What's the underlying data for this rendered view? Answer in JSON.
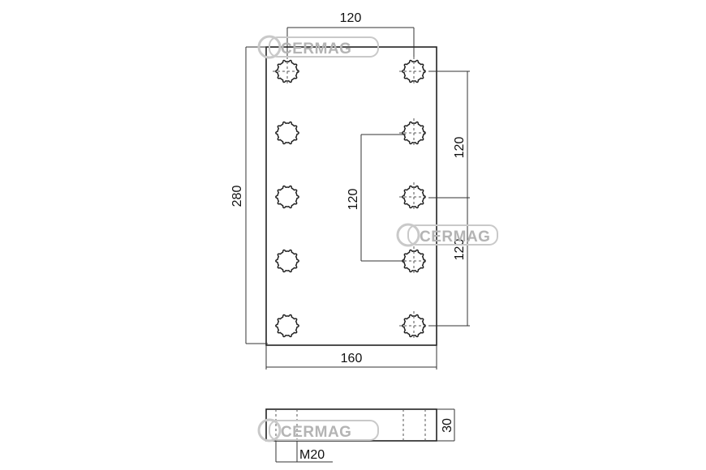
{
  "watermark": {
    "text": "CERMAG"
  },
  "dimensions": {
    "top_spacing": "120",
    "height": "280",
    "inner_spacing": "120",
    "right_spacing_top": "120",
    "right_spacing_bottom": "120",
    "width": "160",
    "thickness": "30",
    "thread": "M20"
  },
  "colors": {
    "line": "#222222",
    "watermark": "#b4b4b4"
  }
}
